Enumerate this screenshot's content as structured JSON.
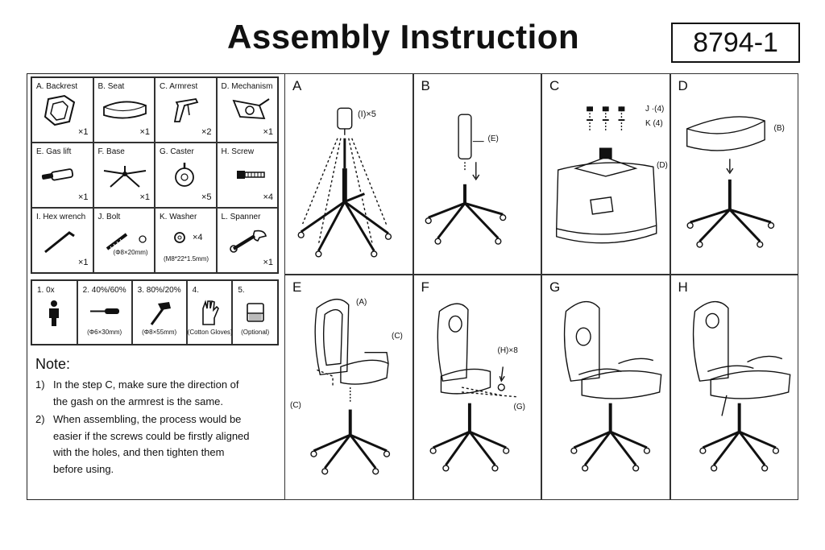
{
  "header": {
    "title": "Assembly Instruction",
    "model": "8794-1"
  },
  "parts": [
    {
      "label": "A. Backrest",
      "qty": "×1",
      "icon": "backrest-icon"
    },
    {
      "label": "B. Seat",
      "qty": "×1",
      "icon": "seat-icon"
    },
    {
      "label": "C. Armrest",
      "qty": "×2",
      "icon": "armrest-icon"
    },
    {
      "label": "D. Mechanism",
      "qty": "×1",
      "icon": "mechanism-icon"
    },
    {
      "label": "E. Gas lift",
      "qty": "×1",
      "icon": "gas-lift-icon"
    },
    {
      "label": "F. Base",
      "qty": "×1",
      "icon": "base-icon"
    },
    {
      "label": "G. Caster",
      "qty": "×5",
      "icon": "caster-icon"
    },
    {
      "label": "H. Screw",
      "qty": "×4",
      "icon": "screw-icon"
    },
    {
      "label": "I. Hex wrench",
      "qty": "×1",
      "icon": "hex-wrench-icon"
    },
    {
      "label": "J. Bolt",
      "qty": "",
      "spec": "(Φ8×20mm)",
      "icon": "bolt-icon"
    },
    {
      "label": "K. Washer",
      "qty": "×4",
      "spec": "(M8*22*1.5mm)",
      "icon": "washer-icon"
    },
    {
      "label": "L. Spanner",
      "qty": "×1",
      "icon": "spanner-icon"
    }
  ],
  "tools": [
    {
      "label": "1.  0x",
      "spec": "",
      "icon": "person-icon"
    },
    {
      "label": "2.  40%/60%",
      "spec": "(Φ6×30mm)",
      "icon": "screwdriver-icon"
    },
    {
      "label": "3.  80%/20%",
      "spec": "(Φ8×55mm)",
      "icon": "hammer-icon"
    },
    {
      "label": "4.",
      "spec": "(Cotton Gloves)",
      "icon": "glove-icon"
    },
    {
      "label": "5.",
      "spec": "(Optional)",
      "icon": "box-icon"
    }
  ],
  "notes": {
    "heading": "Note:",
    "items": [
      {
        "num": "1)",
        "text": "In the step C, make sure the direction of the gash on the armrest is the same."
      },
      {
        "num": "2)",
        "text": "When assembling,   the process would be easier if the screws could be firstly aligned with the holes, and then tighten them before using."
      }
    ]
  },
  "steps": [
    {
      "letter": "A",
      "captions": [
        "(I)×5"
      ]
    },
    {
      "letter": "B",
      "captions": [
        "(E)"
      ]
    },
    {
      "letter": "C",
      "captions": [
        "J ·(4)",
        "K  (4)",
        "(D)"
      ]
    },
    {
      "letter": "D",
      "captions": [
        "(B)"
      ]
    },
    {
      "letter": "E",
      "captions": [
        "(A)",
        "(C)",
        "(C)"
      ]
    },
    {
      "letter": "F",
      "captions": [
        "(H)×8",
        "(G)"
      ]
    },
    {
      "letter": "G",
      "captions": []
    },
    {
      "letter": "H",
      "captions": []
    }
  ]
}
